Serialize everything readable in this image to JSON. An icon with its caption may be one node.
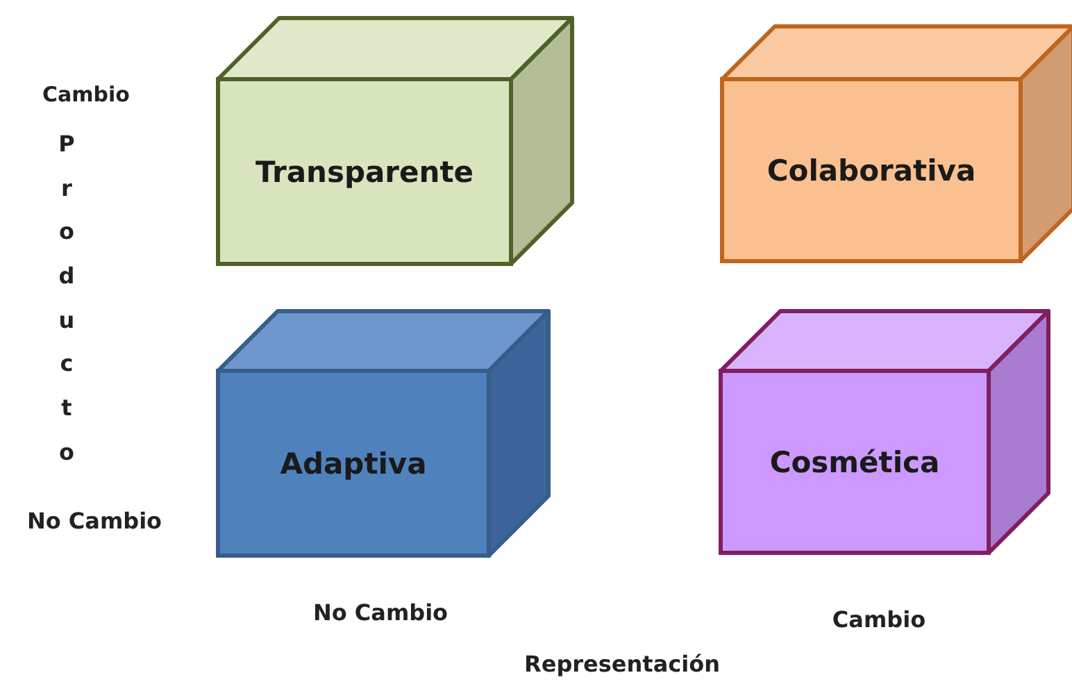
{
  "diagram": {
    "nodes": [
      {
        "text": [
          "Transparente"
        ]
      },
      {
        "text": [
          "Colaborativa"
        ]
      },
      {
        "text": [
          "Adaptiva"
        ]
      },
      {
        "text": [
          "Cosmética"
        ]
      }
    ],
    "labels": [
      "Cambio",
      "Producto",
      "No Cambio",
      "No Cambio",
      "Cambio",
      "Representación"
    ]
  }
}
